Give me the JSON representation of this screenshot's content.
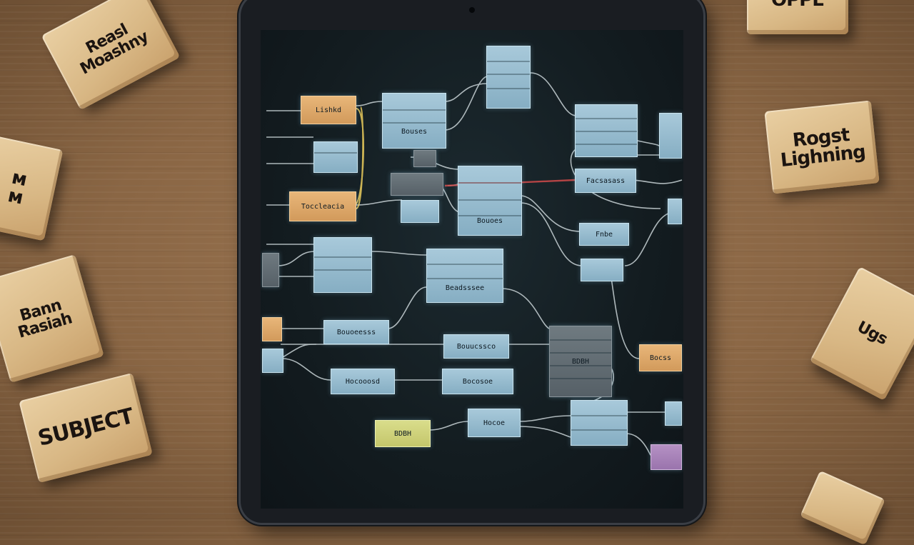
{
  "blocks": [
    {
      "id": "top-left",
      "text": "Reasl\nMoashny"
    },
    {
      "id": "left-mid",
      "text": "ᴍ\nᴍ"
    },
    {
      "id": "left-lower",
      "text": "Bann\nRasiah"
    },
    {
      "id": "subject",
      "text": "SUBJECT"
    },
    {
      "id": "top-right",
      "text": "OPPE"
    },
    {
      "id": "right-mid",
      "text": "Rogst\nLighning"
    },
    {
      "id": "right-lower",
      "text": "Ugs"
    },
    {
      "id": "bottom-right",
      "text": ""
    }
  ],
  "nodes": [
    {
      "id": "n1",
      "label": "Lishkd",
      "color": "orange"
    },
    {
      "id": "n2",
      "label": "Bouses",
      "color": "blue"
    },
    {
      "id": "n3",
      "label": "",
      "color": "blue"
    },
    {
      "id": "n4",
      "label": "",
      "color": "blue"
    },
    {
      "id": "n5",
      "label": "",
      "color": "blue"
    },
    {
      "id": "n6",
      "label": "",
      "color": "gray"
    },
    {
      "id": "n7",
      "label": "Toccleacia",
      "color": "orange"
    },
    {
      "id": "n8",
      "label": "",
      "color": "gray"
    },
    {
      "id": "n9",
      "label": "",
      "color": "blue"
    },
    {
      "id": "n10",
      "label": "Facsasass",
      "color": "blue"
    },
    {
      "id": "n11",
      "label": "Bouoes",
      "color": "blue"
    },
    {
      "id": "n12",
      "label": "Beadsssee",
      "color": "blue"
    },
    {
      "id": "n13",
      "label": "",
      "color": "blue"
    },
    {
      "id": "n14",
      "label": "",
      "color": "blue"
    },
    {
      "id": "n15",
      "label": "Fnbe",
      "color": "blue"
    },
    {
      "id": "n16",
      "label": "",
      "color": "blue"
    },
    {
      "id": "n17",
      "label": "Bouoeesss",
      "color": "blue"
    },
    {
      "id": "n18",
      "label": "Bouucssco",
      "color": "blue"
    },
    {
      "id": "n19",
      "label": "Hocooosd",
      "color": "blue"
    },
    {
      "id": "n20",
      "label": "Bocosoe",
      "color": "blue"
    },
    {
      "id": "n21",
      "label": "",
      "color": "gray"
    },
    {
      "id": "n22",
      "label": "",
      "color": "blue"
    },
    {
      "id": "n23",
      "label": "BDBH",
      "color": "lime"
    },
    {
      "id": "n24",
      "label": "Hocoe",
      "color": "blue"
    },
    {
      "id": "n25",
      "label": "",
      "color": "blue"
    },
    {
      "id": "n26",
      "label": "Bocss",
      "color": "orange"
    },
    {
      "id": "n27",
      "label": "",
      "color": "purple"
    },
    {
      "id": "n28",
      "label": "",
      "color": "blue"
    },
    {
      "id": "n29",
      "label": "",
      "color": "orange"
    },
    {
      "id": "n30",
      "label": "",
      "color": "blue"
    }
  ],
  "colors": {
    "wire": "#c9d3d6",
    "wire_highlight": "#e0c45a",
    "wire_red": "#d04a4a"
  }
}
